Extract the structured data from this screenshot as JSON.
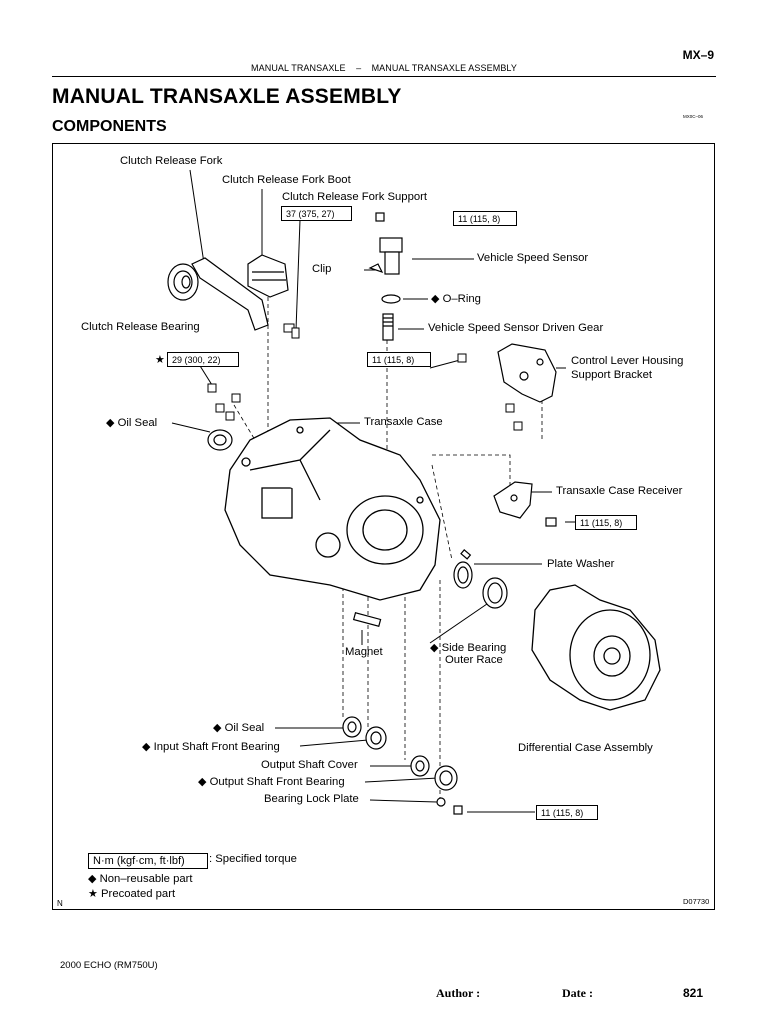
{
  "header": {
    "page_code": "MX–9",
    "section": "MANUAL TRANSAXLE",
    "dash": "–",
    "subsection": "MANUAL TRANSAXLE ASSEMBLY",
    "ref_code": "MX0C–06"
  },
  "title": "MANUAL TRANSAXLE ASSEMBLY",
  "subtitle": "COMPONENTS",
  "labels": {
    "clutch_release_fork": "Clutch Release Fork",
    "clutch_release_fork_boot": "Clutch Release Fork Boot",
    "clutch_release_fork_support": "Clutch Release Fork Support",
    "vehicle_speed_sensor": "Vehicle Speed Sensor",
    "clip": "Clip",
    "o_ring": "O–Ring",
    "clutch_release_bearing": "Clutch Release Bearing",
    "vehicle_speed_sensor_driven_gear": "Vehicle Speed Sensor Driven Gear",
    "control_lever_housing_1": "Control Lever Housing",
    "control_lever_housing_2": "Support Bracket",
    "oil_seal_top": "Oil Seal",
    "transaxle_case": "Transaxle Case",
    "transaxle_case_receiver": "Transaxle Case Receiver",
    "plate_washer": "Plate Washer",
    "magnet": "Magnet",
    "side_bearing_1": "Side Bearing",
    "side_bearing_2": "Outer Race",
    "oil_seal_bottom": "Oil Seal",
    "input_shaft_front_bearing": "Input Shaft Front Bearing",
    "differential_case_assembly": "Differential Case Assembly",
    "output_shaft_cover": "Output Shaft Cover",
    "output_shaft_front_bearing": "Output Shaft Front Bearing",
    "bearing_lock_plate": "Bearing Lock Plate"
  },
  "torques": {
    "fork_support": "37 (375, 27)",
    "speed_sensor": "11 (115, 8)",
    "precoated_bolt": "29 (300, 22)",
    "control_lever": "11 (115, 8)",
    "case_receiver": "11 (115, 8)",
    "lock_plate": "11 (115, 8)"
  },
  "symbols": {
    "diamond": "◆",
    "star": "★"
  },
  "legend": {
    "unit_box": "N·m (kgf·cm, ft·lbf)",
    "specified_torque": ": Specified torque",
    "non_reusable": "Non–reusable part",
    "precoated": "Precoated part"
  },
  "frame_corner_left": "N",
  "figure_id": "D07730",
  "footer": {
    "model": "2000 ECHO   (RM750U)",
    "author": "Author :",
    "date": "Date :",
    "page": "821"
  }
}
